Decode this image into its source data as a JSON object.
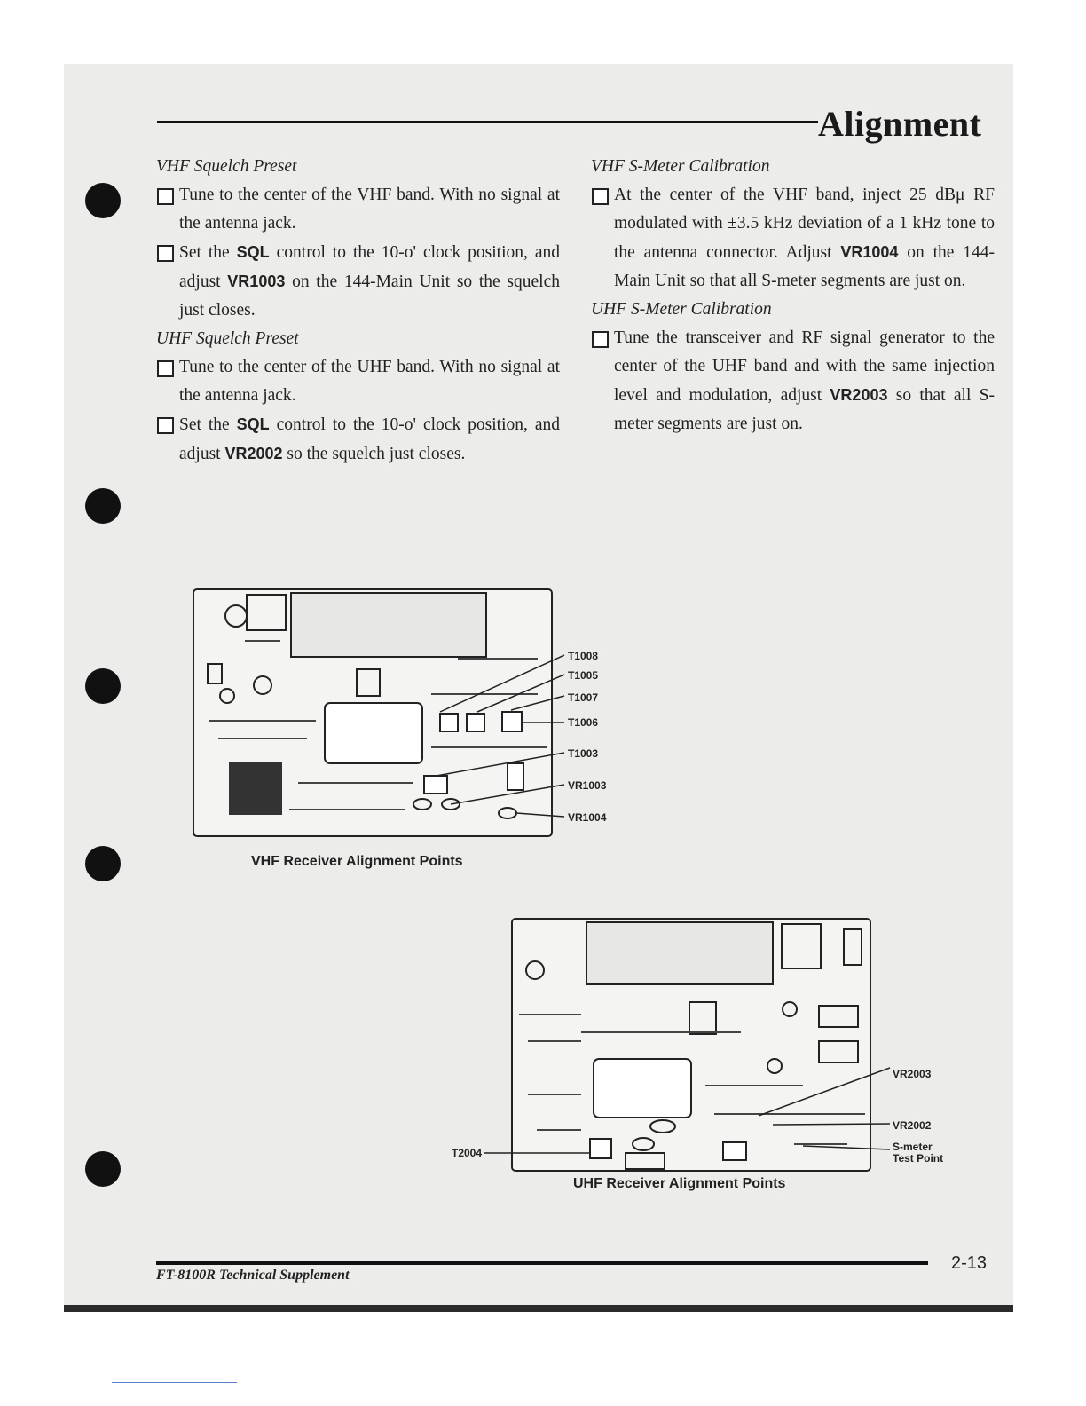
{
  "header": {
    "title": "Alignment"
  },
  "left_column": [
    {
      "title": "VHF Squelch Preset",
      "items": [
        {
          "segments": [
            {
              "t": "Tune to the center of the VHF band. With no signal at the antenna jack."
            }
          ]
        },
        {
          "segments": [
            {
              "t": "Set the "
            },
            {
              "t": "SQL",
              "b": true
            },
            {
              "t": " control to the 10-o' clock position, and adjust "
            },
            {
              "t": "VR1003",
              "b": true
            },
            {
              "t": " on the 144-Main Unit so the squelch just closes."
            }
          ]
        }
      ]
    },
    {
      "title": "UHF Squelch Preset",
      "items": [
        {
          "segments": [
            {
              "t": "Tune to the center of the UHF band. With no signal at the antenna jack."
            }
          ]
        },
        {
          "segments": [
            {
              "t": "Set the "
            },
            {
              "t": "SQL",
              "b": true
            },
            {
              "t": " control to the 10-o' clock position, and adjust "
            },
            {
              "t": "VR2002",
              "b": true
            },
            {
              "t": " so the squelch just closes."
            }
          ]
        }
      ]
    }
  ],
  "right_column": [
    {
      "title": "VHF S-Meter Calibration",
      "items": [
        {
          "segments": [
            {
              "t": "At the center of the VHF band, inject 25 dBμ RF modulated with ±3.5 kHz deviation of a 1 kHz tone to the antenna connector. Adjust "
            },
            {
              "t": "VR1004",
              "b": true
            },
            {
              "t": " on the 144-Main Unit so that all S-meter segments are just on."
            }
          ]
        }
      ]
    },
    {
      "title": "UHF S-Meter Calibration",
      "items": [
        {
          "segments": [
            {
              "t": "Tune the transceiver and RF signal generator to the center of the UHF band and with the same injection level and modulation, adjust "
            },
            {
              "t": "VR2003",
              "b": true
            },
            {
              "t": " so that all S-meter segments are just on."
            }
          ]
        }
      ]
    }
  ],
  "vhf_figure": {
    "caption": "VHF Receiver Alignment Points",
    "labels": [
      "T1008",
      "T1005",
      "T1007",
      "T1006",
      "T1003",
      "VR1003",
      "VR1004"
    ]
  },
  "uhf_figure": {
    "caption": "UHF Receiver Alignment Points",
    "labels": [
      "VR2003",
      "VR2002",
      "S-meter",
      "Test Point",
      "T2004"
    ]
  },
  "footer": {
    "text": "FT-8100R Technical Supplement",
    "page_number": "2-13"
  }
}
